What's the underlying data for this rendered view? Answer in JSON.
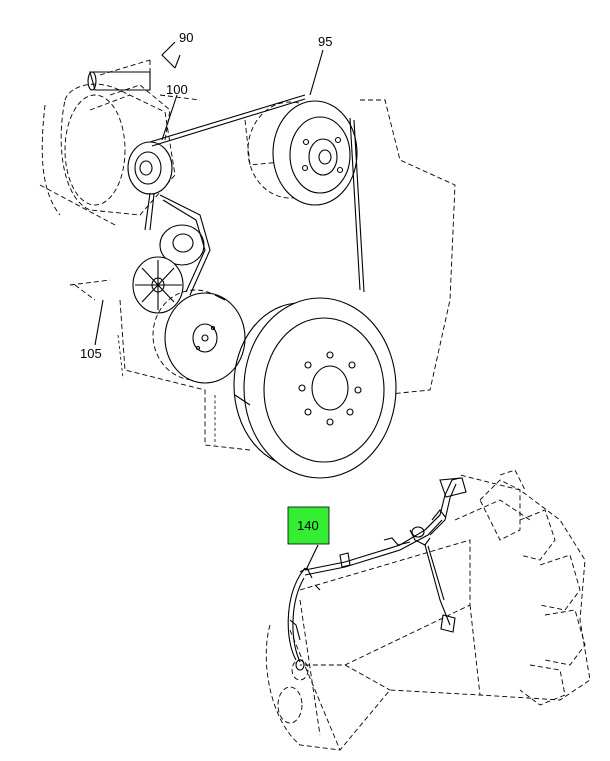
{
  "callouts": {
    "c90": "90",
    "c95": "95",
    "c100": "100",
    "c105": "105",
    "c140": "140"
  },
  "highlight_color": "#33ee33"
}
